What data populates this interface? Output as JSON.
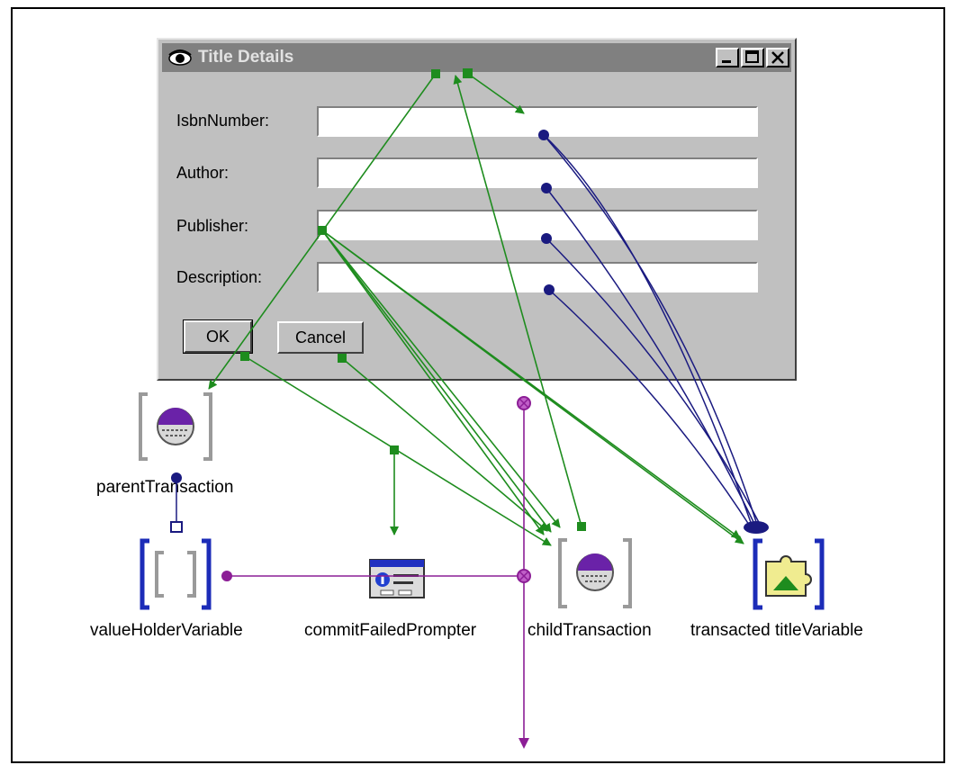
{
  "window": {
    "title": "Title Details",
    "fields": [
      {
        "label": "IsbnNumber:",
        "value": ""
      },
      {
        "label": "Author:",
        "value": ""
      },
      {
        "label": "Publisher:",
        "value": ""
      },
      {
        "label": "Description:",
        "value": ""
      }
    ],
    "ok_label": "OK",
    "cancel_label": "Cancel"
  },
  "components": {
    "parent_transaction": "parentTransaction",
    "value_holder": "valueHolderVariable",
    "commit_failed_prompter": "commitFailedPrompter",
    "child_transaction": "childTransaction",
    "title_variable": "transacted titleVariable"
  },
  "colors": {
    "window_bg": "#c0c0c0",
    "titlebar": "#808080",
    "connection_green": "#1e8c1e",
    "connection_blue": "#1a1a80",
    "connection_purple": "#8c1e96"
  },
  "icons": {
    "title": "eye-icon",
    "parent_transaction": "transaction-icon",
    "value_holder": "value-holder-icon",
    "commit_failed_prompter": "prompter-icon",
    "child_transaction": "transaction-icon",
    "title_variable": "puzzle-icon"
  }
}
